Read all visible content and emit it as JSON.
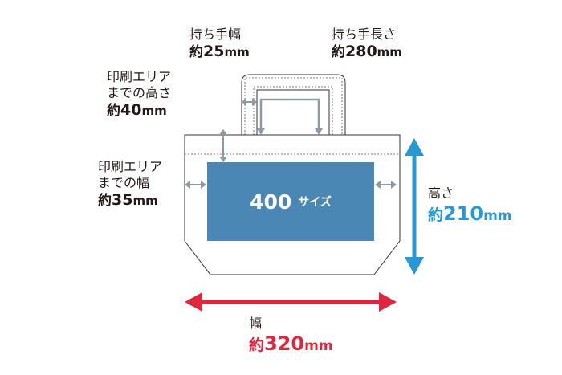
{
  "labels": {
    "handle_width": {
      "title": "持ち手幅",
      "approx": "約",
      "number": "25",
      "unit": "mm"
    },
    "handle_length": {
      "title": "持ち手長さ",
      "approx": "約",
      "number": "280",
      "unit": "mm"
    },
    "print_top": {
      "line1": "印刷エリア",
      "line2": "までの高さ",
      "approx": "約",
      "number": "40",
      "unit": "mm"
    },
    "print_side": {
      "line1": "印刷エリア",
      "line2": "までの幅",
      "approx": "約",
      "number": "35",
      "unit": "mm"
    },
    "height": {
      "title": "高さ",
      "approx": "約",
      "number": "210",
      "unit": "mm"
    },
    "width": {
      "title": "幅",
      "approx": "約",
      "number": "320",
      "unit": "mm"
    }
  },
  "print_area": {
    "number": "400",
    "suffix": "サイズ"
  },
  "colors": {
    "bag_outline": "#333333",
    "print_area": "#4a87b4",
    "inner_arrow": "#8c9aa5",
    "height_arrow": "#2798d4",
    "width_arrow": "#e0263f",
    "text": "#231815"
  }
}
